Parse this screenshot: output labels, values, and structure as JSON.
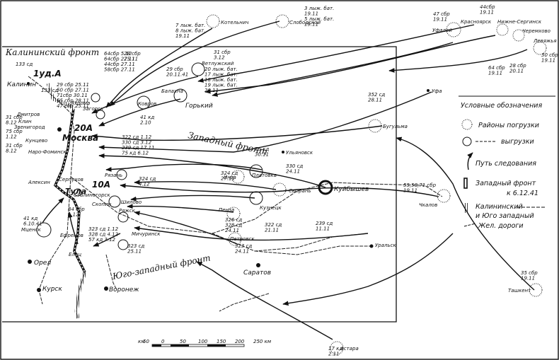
{
  "title_fronts": {
    "kalinin": "Калининский фронт",
    "western": "Западный фронт",
    "southwestern": "Юго-западный фронт"
  },
  "armies": {
    "a1": "1уд.А",
    "a20": "20А",
    "a10": "10А"
  },
  "cities": {
    "kalinin": "Калинин",
    "moscow": "Москва",
    "dmitrov": "Дмитров",
    "klin": "Клин",
    "zvenigorod": "Звенигород",
    "kuntsevo": "Кунцево",
    "naro": "Наро-Фоминск",
    "zagorsk": "Загорск",
    "yakhroma": "Яхрома",
    "kovrov": "Ковров",
    "balakhna": "Балахна",
    "gorky": "Горький",
    "vetluzhsky": "Ветлужский",
    "kotelnich": "Котельнич",
    "slobodskoy": "Слободской",
    "ufa": "Уфа",
    "ufaley": "Уфалей",
    "krasnoyarsk": "Красноярск",
    "nizhne": "Нижне-Сергинск",
    "cheremkhovo": "Черемхово",
    "levyazh": "Левяжья",
    "buguruslan": "Бугульма",
    "ulyanovsk": "Ульяновск",
    "inza": "Инза",
    "platovka": "Платовка",
    "syzran": "Сызрань",
    "kuybyshev": "Куйбышев",
    "chkalov": "Чкалов",
    "kuznetsk": "Кузнецк",
    "penza": "Пенза",
    "petrovsk": "Петровск",
    "saratov": "Саратов",
    "uralsk": "Уральск",
    "ryazan": "Рязань",
    "shilovo": "Шилово",
    "serpukhov": "Серпухов",
    "aleksin": "Алексин",
    "tula": "Тула",
    "stalinogorsk": "Сталиногорск",
    "skopin": "Скопин",
    "ryazhsk": "Ряжск",
    "michurinsk": "Мичуринск",
    "mtsensk": "Мценск",
    "efremov": "Ефремов",
    "elets": "Елец",
    "orel": "Орел",
    "kursk": "Курск",
    "voronezh": "Воронеж",
    "tashkent": "Ташкент",
    "astara": "Астара"
  },
  "units": {
    "kotelnich": [
      "7 лыж. бат.",
      "8 лыж. бат.",
      "19.11"
    ],
    "slobodskoy": [
      "3 лыж. бат.",
      "19.11",
      "5 лыж. бат.",
      "19.11"
    ],
    "ufaley": [
      "47 сбр",
      "19.11"
    ],
    "nizhne": [
      "44сбр",
      "19.11"
    ],
    "levyazh": [
      "30 сбр",
      "19.11"
    ],
    "krasnoyarsk_d": [
      "64 сбр",
      "19.11"
    ],
    "cheremkhovo_d": [
      "28 сбр",
      "20.11"
    ],
    "vetluzhsky": [
      "31 сбр",
      "3.12"
    ],
    "balakhna": [
      "29 сбр",
      "20.11.41"
    ],
    "gorky": [
      "20 лыж. бат.",
      "17 лыж. бат.",
      "18 лыж. бат.",
      "19 лыж. бат.",
      "20.11"
    ],
    "kovrov": [
      "41 кд",
      "2.10"
    ],
    "top_group": [
      "64сбр 5.12",
      "64сбр 27.11",
      "44сбр 27.11",
      "58сбр 27.11"
    ],
    "top_group2": [
      "28 сбр",
      "25.11"
    ],
    "kalinin_d": [
      "133 сд"
    ],
    "kalinin_d2": [
      "133 сд"
    ],
    "a1_list": [
      "29 сбр 25.11",
      "50 сбр 27.11",
      "71сбр 30.11",
      "55 сбр 28.11",
      "47 сбр 25.11"
    ],
    "dmitrov_d": [
      "31 сбр",
      "8.12"
    ],
    "kuntsevo_d": [
      "75 сбр",
      "1.12"
    ],
    "naro_d": [
      "31 сбр",
      "8.12"
    ],
    "a20_list": [
      "322 сд 1.12",
      "330 сд 3.12",
      "239 сд 17.11",
      "75 кд 6.12"
    ],
    "ryazan_d": [
      "324 сд",
      "4.12"
    ],
    "inza_d": [
      "324 сд",
      "27.11"
    ],
    "platovka_d": [
      "75 кд",
      "30.11"
    ],
    "syzran_d": [
      "330 сд",
      "24.11"
    ],
    "buguruslan_d": [
      "352 сд",
      "28.11"
    ],
    "chkalov_d": [
      "55,58,71 сбр",
      "19.11"
    ],
    "kuybyshev_d": [
      "239 сд",
      "11.11"
    ],
    "kuznetsk_d": [
      "322 сд",
      "21.11"
    ],
    "penza_d": [
      "326 сд",
      "328 сд",
      "24.11"
    ],
    "petrovsk_d": [
      "323 сд",
      "24.11"
    ],
    "michurinsk_d": [
      "323 сд",
      "25.11"
    ],
    "a10_list": [
      "323 сд 1.12",
      "328 сд 4.12",
      "57 кд 3.12"
    ],
    "mtsensk_d": [
      "41 кд",
      "6.10.41"
    ],
    "efremov_d": [
      "84 сбр",
      "1.12"
    ],
    "tashkent_d": [
      "35 сбр",
      "19.11"
    ],
    "astara_d": [
      "17 кд",
      "2.11"
    ]
  },
  "legend": {
    "title": "Условные обозначения",
    "items": [
      "Районы погрузки",
      "выгрузки",
      "Путь следования",
      "Западный фронт",
      "к 6.12.41",
      "Калининский",
      "и Юго западный",
      "Жел. дороги"
    ]
  },
  "scale": {
    "label": "км",
    "ticks": [
      "50",
      "0",
      "50",
      "100",
      "150",
      "200",
      "250 км"
    ]
  }
}
